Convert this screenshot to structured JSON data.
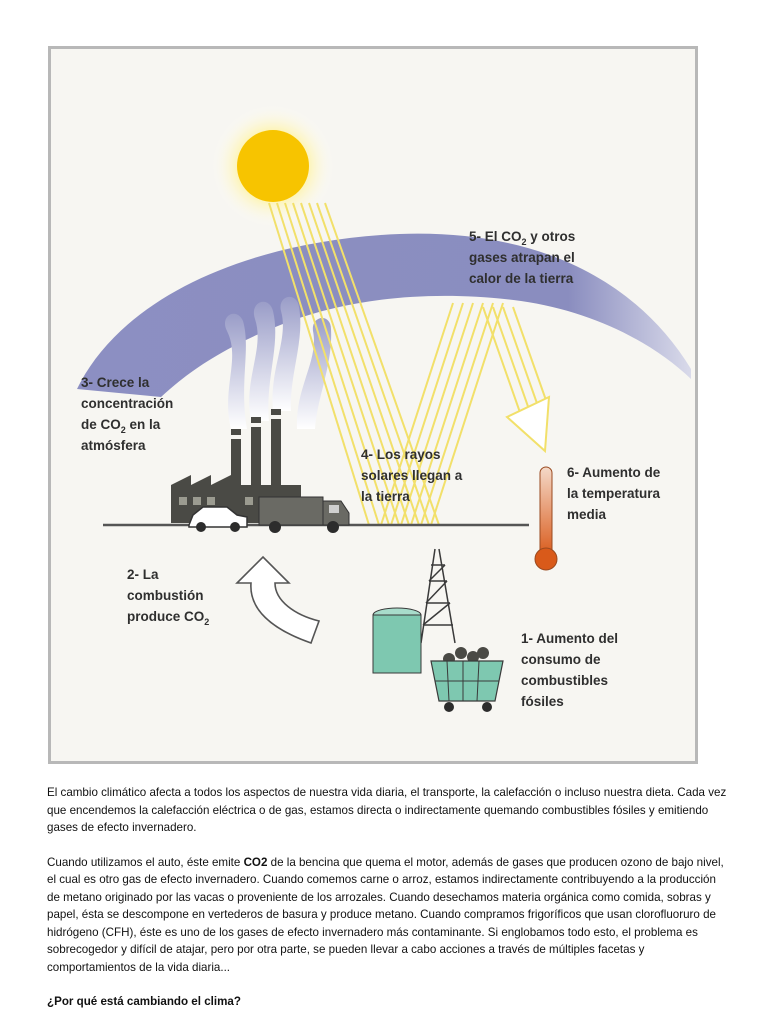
{
  "diagram": {
    "labels": {
      "step5": [
        "5- El CO",
        "2",
        " y otros",
        "gases atrapan el",
        "calor de la tierra"
      ],
      "step3": [
        "3- Crece la",
        "concentración",
        "de CO",
        "2",
        " en la",
        "atmósfera"
      ],
      "step4": [
        "4- Los rayos",
        "solares llegan a",
        "la tierra"
      ],
      "step6": [
        "6- Aumento de",
        "la temperatura",
        "media"
      ],
      "step2": [
        "2- La",
        "combustión",
        "produce CO",
        "2"
      ],
      "step1": [
        "1- Aumento del",
        "consumo de",
        "combustibles",
        "fósiles"
      ]
    },
    "colors": {
      "atmosphere": "#8a8dbf",
      "sun": "#f7c400",
      "rays": "#f2e06a",
      "factory": "#4a4a45",
      "tank": "#7ec8b0",
      "thermometer": "#d95a1a"
    }
  },
  "article": {
    "paragraph1": "El cambio climático afecta a todos los aspectos de nuestra vida diaria, el transporte, la calefacción o incluso nuestra dieta. Cada vez que encendemos la calefacción eléctrica o de gas, estamos directa o indirectamente quemando combustibles fósiles y emitiendo gases de efecto invernadero.",
    "paragraph2_a": "Cuando utilizamos el auto, éste emite ",
    "paragraph2_bold": "CO2",
    "paragraph2_b": " de la bencina que quema el motor, además de gases que producen ozono de bajo nivel, el cual es otro gas de efecto invernadero. Cuando comemos carne o arroz, estamos indirectamente contribuyendo a la producción de metano originado por las vacas o proveniente de los arrozales. Cuando desechamos materia orgánica como comida, sobras y papel, ésta se descompone en vertederos de basura y produce metano. Cuando compramos frigoríficos que usan clorofluoruro de hidrógeno (CFH), éste es uno de los gases de efecto invernadero más contaminante. Si englobamos todo esto, el problema es sobrecogedor y difícil de atajar, pero por otra parte, se pueden llevar a cabo acciones a través de múltiples facetas y comportamientos de la vida diaria...",
    "heading": "¿Por qué está cambiando el clima?"
  }
}
